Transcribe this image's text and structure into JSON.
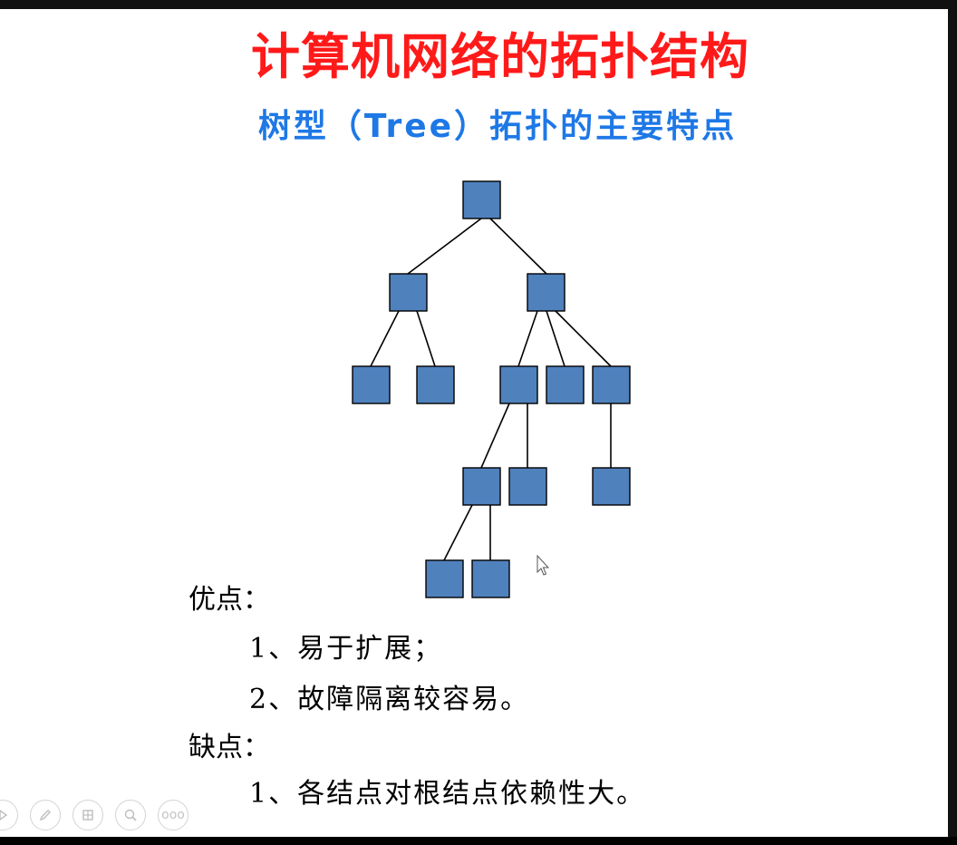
{
  "slide": {
    "title": "计算机网络的拓扑结构",
    "subtitle": "树型（Tree）拓扑的主要特点",
    "advantages": {
      "heading": "优点：",
      "items": [
        "1、易于扩展；",
        "2、故障隔离较容易。"
      ]
    },
    "disadvantages": {
      "heading": "缺点：",
      "items": [
        "1、各结点对根结点依赖性大。"
      ]
    }
  },
  "tree_diagram": {
    "node_color": "#4f81bd",
    "node_count": 13
  },
  "colors": {
    "title": "#ff1a1a",
    "subtitle": "#1e78e6",
    "background": "#ffffff"
  },
  "toolbar": {
    "icons": [
      "play-icon",
      "pen-icon",
      "slides-grid-icon",
      "zoom-icon",
      "more-icon"
    ],
    "more_label": "ooo"
  }
}
